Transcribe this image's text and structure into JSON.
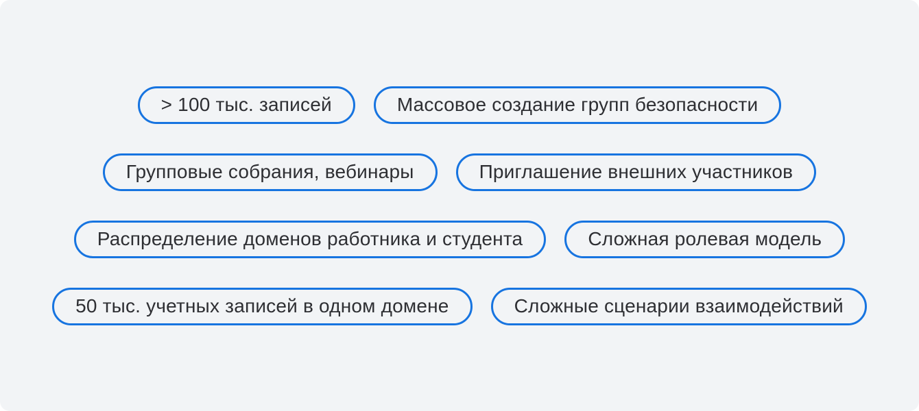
{
  "colors": {
    "accent": "#1774e0",
    "background": "#f2f4f6",
    "text": "#2e2f33"
  },
  "badges": {
    "rows": [
      [
        "> 100 тыс. записей",
        "Массовое создание групп безопасности"
      ],
      [
        "Групповые собрания, вебинары",
        "Приглашение внешних участников"
      ],
      [
        "Распределение доменов работника и студента",
        "Сложная ролевая модель"
      ],
      [
        "50 тыс. учетных записей в одном домене",
        "Сложные сценарии взаимодействий"
      ]
    ]
  }
}
